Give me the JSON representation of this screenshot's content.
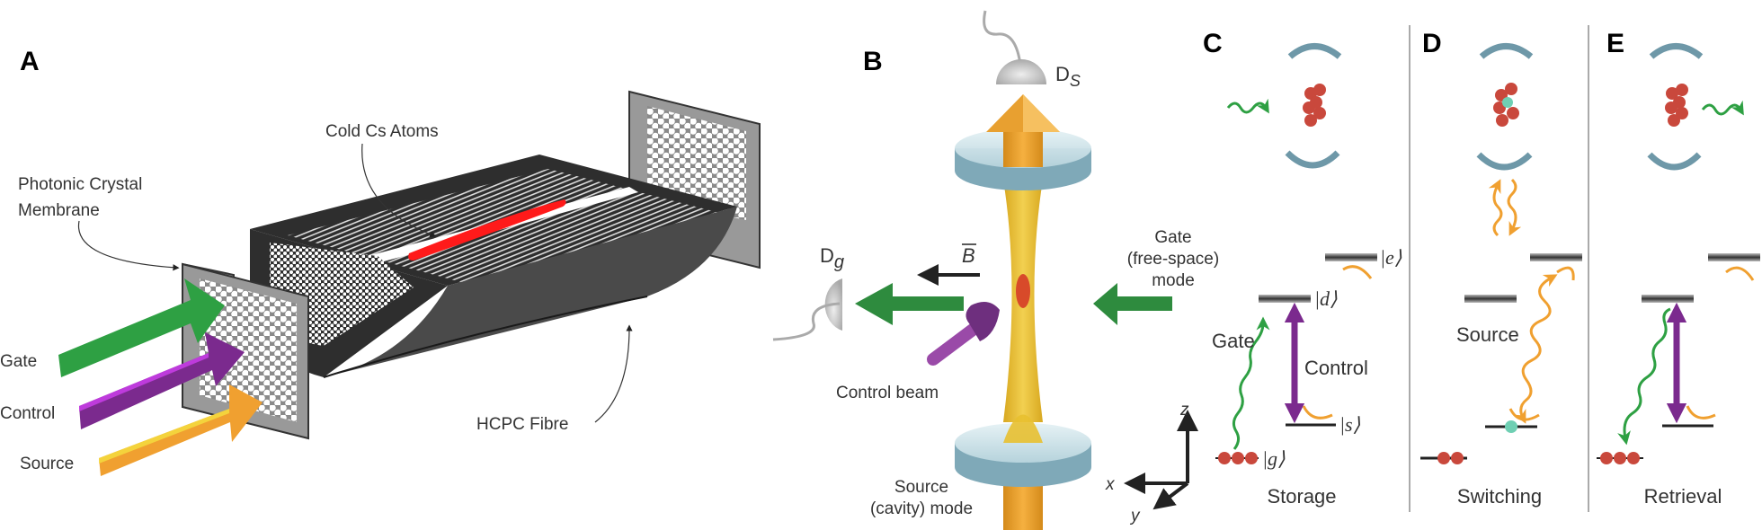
{
  "figure": {
    "panels": [
      {
        "id": "A",
        "letter": "A"
      },
      {
        "id": "B",
        "letter": "B"
      },
      {
        "id": "C",
        "letter": "C"
      },
      {
        "id": "D",
        "letter": "D"
      },
      {
        "id": "E",
        "letter": "E"
      }
    ]
  },
  "panelA": {
    "letter": "A",
    "labels": {
      "cold_atoms": "Cold Cs Atoms",
      "membrane_line1": "Photonic Crystal",
      "membrane_line2": "Membrane",
      "fibre": "HCPC Fibre",
      "gate": "Gate",
      "control": "Control",
      "source": "Source"
    }
  },
  "panelB": {
    "letter": "B",
    "labels": {
      "detector_s_main": "D",
      "detector_s_sub": "S",
      "detector_g_main": "D",
      "detector_g_sub": "g",
      "b_field": "B",
      "gate_line1": "Gate",
      "gate_line2": "(free-space)",
      "gate_line3": "mode",
      "control_beam": "Control beam",
      "source_line1": "Source",
      "source_line2": "(cavity) mode",
      "axis_x": "x",
      "axis_y": "y",
      "axis_z": "z"
    }
  },
  "panelC": {
    "letter": "C",
    "caption": "Storage",
    "levels": {
      "e": "|e⟩",
      "d": "|d⟩",
      "s": "|s⟩",
      "g": "|g⟩"
    },
    "labels": {
      "gate": "Gate",
      "control": "Control"
    }
  },
  "panelD": {
    "letter": "D",
    "caption": "Switching",
    "labels": {
      "source": "Source"
    }
  },
  "panelE": {
    "letter": "E",
    "caption": "Retrieval"
  },
  "colors": {
    "gate_green": "#2ea043",
    "control_purple": "#7b2a8e",
    "source_orange": "#f0a030",
    "atom_red": "#c9483c",
    "mirror_blue": "#6e98a8",
    "spin_wave_teal": "#6fcfb3",
    "fibre_dark": "#2e2e2e",
    "beam_yellow": "#e8c030"
  }
}
